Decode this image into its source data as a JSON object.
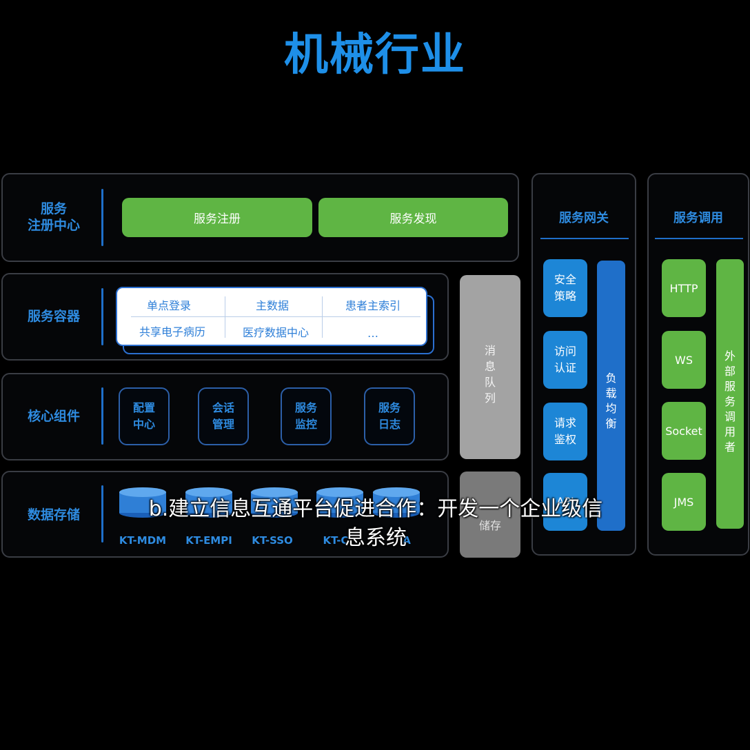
{
  "title": "机械行业",
  "rows": {
    "registry": {
      "label_line1": "服务",
      "label_line2": "注册中心",
      "buttons": [
        "服务注册",
        "服务发现"
      ]
    },
    "container": {
      "label": "服务容器",
      "cells": [
        "单点登录",
        "主数据",
        "患者主索引",
        "共享电子病历",
        "医疗数据中心",
        "…"
      ]
    },
    "core": {
      "label": "核心组件",
      "components": [
        {
          "line1": "配置",
          "line2": "中心"
        },
        {
          "line1": "会话",
          "line2": "管理"
        },
        {
          "line1": "服务",
          "line2": "监控"
        },
        {
          "line1": "服务",
          "line2": "日志"
        }
      ]
    },
    "storage": {
      "label": "数据存储",
      "dbs": [
        "KT-MDM",
        "KT-EMPI",
        "KT-SSO",
        "KT-C",
        "A"
      ]
    }
  },
  "queue": {
    "label": "消息队列"
  },
  "cache": {
    "label": "储存"
  },
  "gateway": {
    "title": "服务网关",
    "buttons": [
      {
        "line1": "安全",
        "line2": "策略"
      },
      {
        "line1": "访问",
        "line2": "认证"
      },
      {
        "line1": "请求",
        "line2": "鉴权"
      },
      {
        "line1": "API",
        "line2": ""
      }
    ],
    "load_balance": "负载均衡"
  },
  "invoke": {
    "title": "服务调用",
    "buttons": [
      "HTTP",
      "WS",
      "Socket",
      "JMS"
    ],
    "external": "外部服务调用者"
  },
  "subtitle": {
    "line1": "b.建立信息互通平台促进合作：开发一个企业级信",
    "line2": "息系统"
  },
  "colors": {
    "accent": "#1e8fe8",
    "green": "#5fb544",
    "blue": "#1d86d6",
    "gray": "#a3a3a3",
    "panel_border": "#3a3d44"
  }
}
